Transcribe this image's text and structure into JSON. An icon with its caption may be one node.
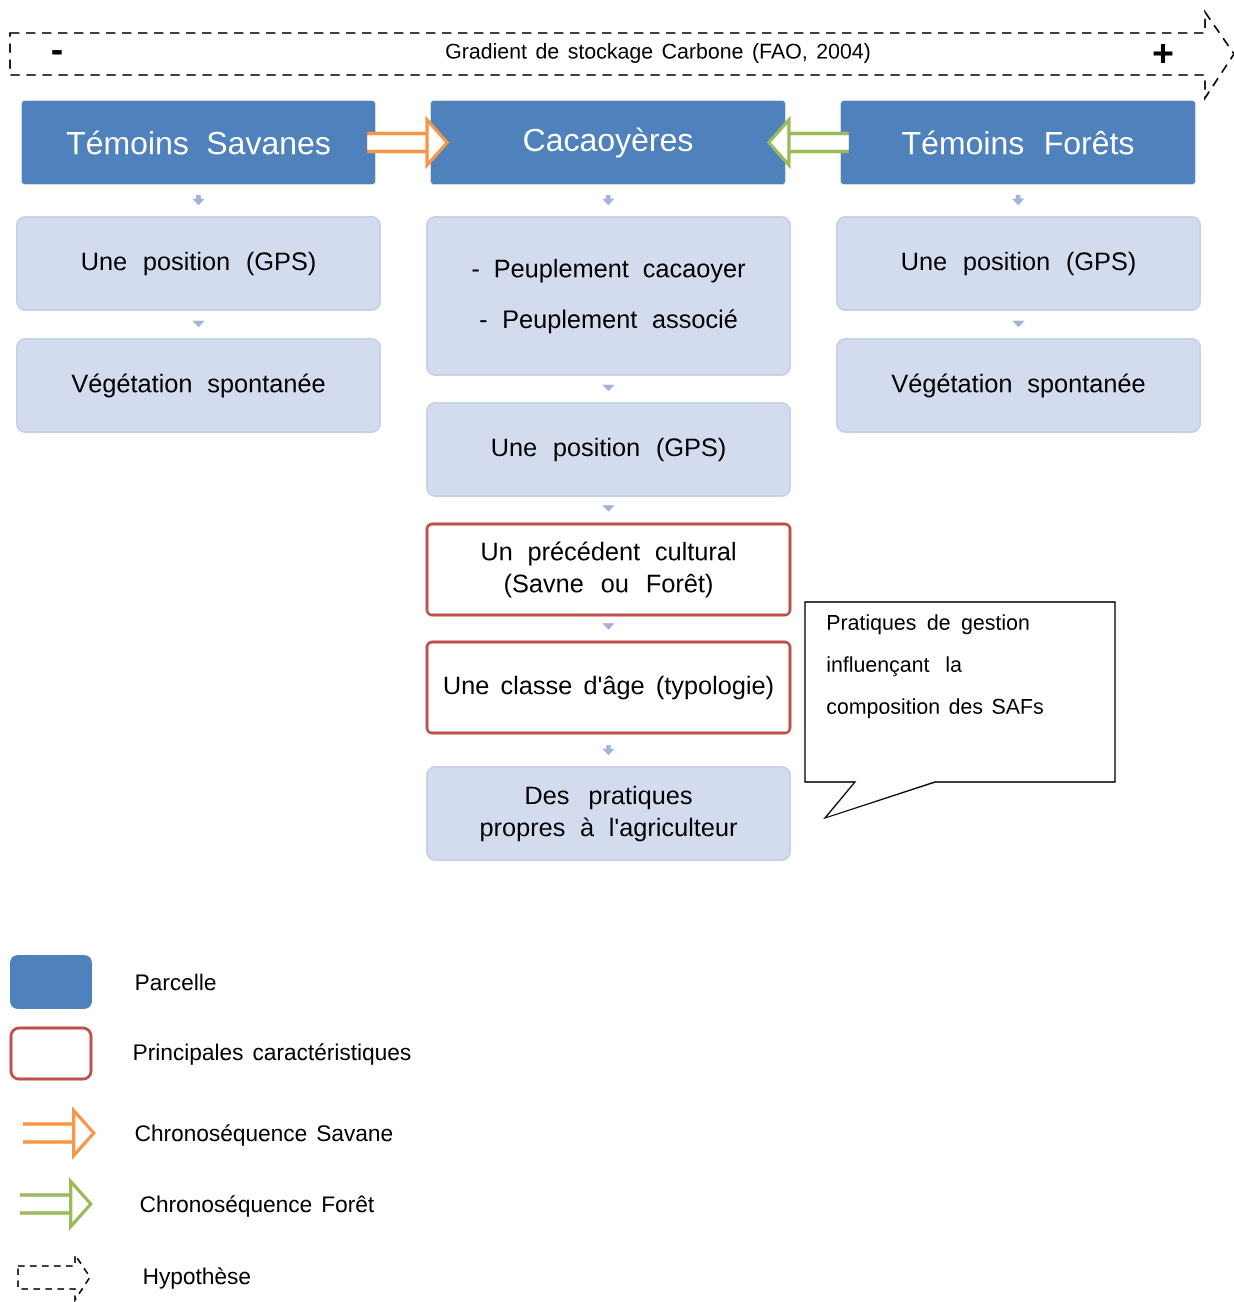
{
  "diagram": {
    "nodes": [
      {
        "text": [
          "-",
          "Gradient de stockage Carbone (FAO, 2004)",
          "+"
        ]
      },
      {
        "text": [
          "Témoins Savanes"
        ]
      },
      {
        "text": [
          "Cacaoyères"
        ]
      },
      {
        "text": [
          "Témoins Forêts"
        ]
      },
      {
        "text": [
          "Une position (GPS)"
        ]
      },
      {
        "text": [
          "Végétation spontanée"
        ]
      },
      {
        "text": [
          "- Peuplement cacaoyer",
          "- Peuplement associé"
        ]
      },
      {
        "text": [
          "Une position (GPS)"
        ]
      },
      {
        "text": [
          "Un précédent cultural (Savne ou Forêt)"
        ]
      },
      {
        "text": [
          "Une classe d'âge (typologie)"
        ]
      },
      {
        "text": [
          "Des pratiques propres à l'agriculteur"
        ]
      },
      {
        "text": [
          "Une position (GPS)"
        ]
      },
      {
        "text": [
          "Végétation spontanée"
        ]
      },
      {
        "text": [
          "Pratiques de gestion influençant la composition des SAFs"
        ]
      }
    ],
    "edges": [
      {
        "from": 1,
        "to": 2,
        "arrow": "to",
        "style": "thick",
        "color": "#f79646"
      },
      {
        "from": 3,
        "to": 2,
        "arrow": "to",
        "style": "thick",
        "color": "#9bbb59"
      },
      {
        "from": 1,
        "to": 4,
        "arrow": "to"
      },
      {
        "from": 4,
        "to": 5,
        "arrow": "to"
      },
      {
        "from": 2,
        "to": 6,
        "arrow": "to"
      },
      {
        "from": 6,
        "to": 7,
        "arrow": "to"
      },
      {
        "from": 7,
        "to": 8,
        "arrow": "to"
      },
      {
        "from": 8,
        "to": 9,
        "arrow": "to"
      },
      {
        "from": 9,
        "to": 10,
        "arrow": "to"
      },
      {
        "from": 3,
        "to": 11,
        "arrow": "to"
      },
      {
        "from": 11,
        "to": 12,
        "arrow": "to"
      }
    ],
    "legend": [
      {
        "text": "Parcelle",
        "color": "#4f81bd"
      },
      {
        "text": "Principales caractéristiques"
      },
      {
        "text": "Chronoséquence Savane"
      },
      {
        "text": "Chronoséquence Forêt"
      },
      {
        "text": "Hypothèse"
      }
    ]
  }
}
